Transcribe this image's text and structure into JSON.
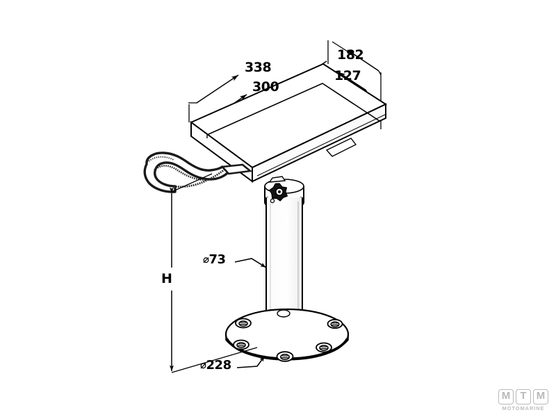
{
  "drawing": {
    "type": "technical-line-drawing",
    "subject": "boat seat pedestal with slide plate and swivel base",
    "background_color": "#ffffff",
    "line_color": "#000000"
  },
  "dimensions": {
    "length_overall": "338",
    "length_inner": "300",
    "width_overall": "182",
    "width_inner": "127",
    "height_label": "H",
    "post_diameter": "73",
    "base_diameter": "228",
    "diameter_symbol": "⌀"
  },
  "components": {
    "seat_plate": "seat-slide-plate",
    "release_lever": "slide-release-lever",
    "swivel_knob": "swivel-lock-knob",
    "post": "pedestal-post",
    "base": "mounting-base-plate",
    "bolt_holes": 6
  },
  "watermark": {
    "letters": [
      "M",
      "T",
      "M"
    ],
    "name": "MOTOMARINE",
    "color": "#bdbdbd"
  }
}
